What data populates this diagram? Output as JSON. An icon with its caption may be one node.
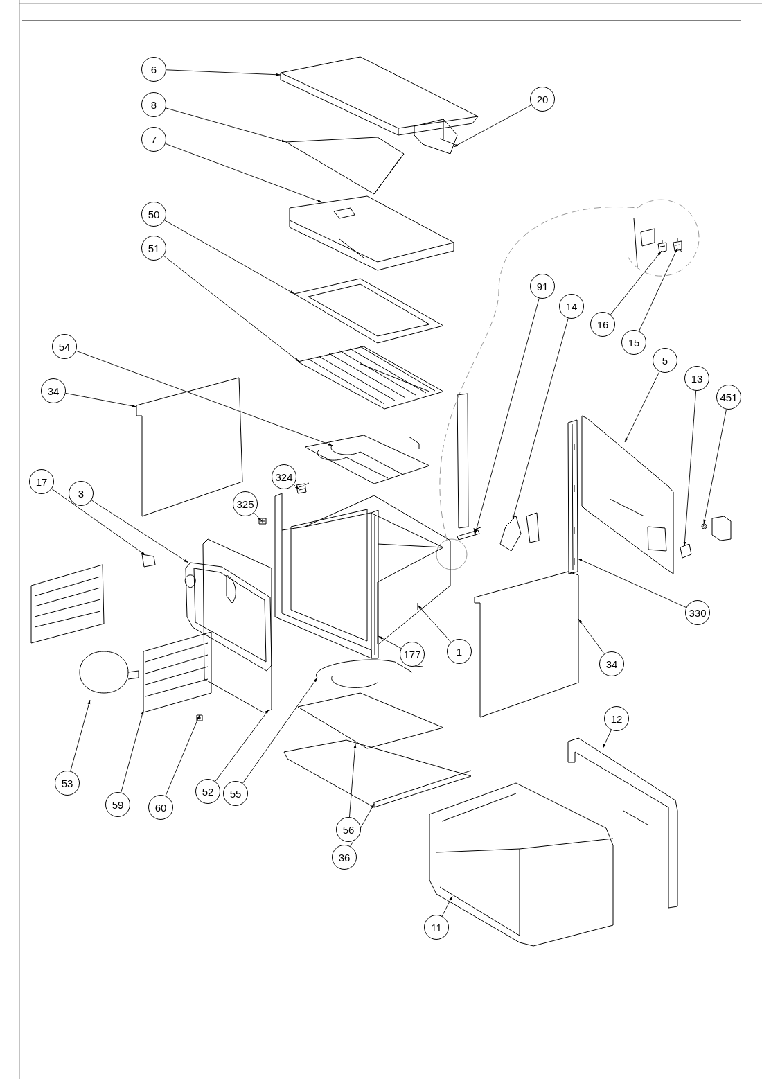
{
  "diagram": {
    "nodes": [
      {
        "text": [
          "6"
        ]
      },
      {
        "text": [
          "8"
        ]
      },
      {
        "text": [
          "7"
        ]
      },
      {
        "text": [
          "20"
        ]
      },
      {
        "text": [
          "50"
        ]
      },
      {
        "text": [
          "51"
        ]
      },
      {
        "text": [
          "54"
        ]
      },
      {
        "text": [
          "34"
        ]
      },
      {
        "text": [
          "17"
        ]
      },
      {
        "text": [
          "3"
        ]
      },
      {
        "text": [
          "324"
        ]
      },
      {
        "text": [
          "325"
        ]
      },
      {
        "text": [
          "91"
        ]
      },
      {
        "text": [
          "14"
        ]
      },
      {
        "text": [
          "16"
        ]
      },
      {
        "text": [
          "15"
        ]
      },
      {
        "text": [
          "5"
        ]
      },
      {
        "text": [
          "13"
        ]
      },
      {
        "text": [
          "451"
        ]
      },
      {
        "text": [
          "330"
        ]
      },
      {
        "text": [
          "1"
        ]
      },
      {
        "text": [
          "177"
        ]
      },
      {
        "text": [
          "34"
        ]
      },
      {
        "text": [
          "12"
        ]
      },
      {
        "text": [
          "53"
        ]
      },
      {
        "text": [
          "59"
        ]
      },
      {
        "text": [
          "60"
        ]
      },
      {
        "text": [
          "52"
        ]
      },
      {
        "text": [
          "55"
        ]
      },
      {
        "text": [
          "56"
        ]
      },
      {
        "text": [
          "36"
        ]
      },
      {
        "text": [
          "11"
        ]
      },
      {
        "text": [],
        "shape": "picture"
      },
      {
        "text": [],
        "shape": "picture"
      },
      {
        "text": [],
        "shape": "picture"
      },
      {
        "text": [],
        "shape": "picture"
      },
      {
        "text": [],
        "shape": "picture"
      },
      {
        "text": [],
        "shape": "picture"
      },
      {
        "text": [],
        "shape": "picture"
      },
      {
        "text": [],
        "shape": "picture"
      },
      {
        "text": [],
        "shape": "picture"
      },
      {
        "text": [],
        "shape": "picture"
      },
      {
        "text": [],
        "shape": "picture"
      },
      {
        "text": [],
        "shape": "picture"
      },
      {
        "text": [],
        "shape": "picture"
      },
      {
        "text": [],
        "shape": "picture"
      },
      {
        "text": [],
        "shape": "picture"
      },
      {
        "text": [],
        "shape": "picture"
      },
      {
        "text": [],
        "shape": "picture"
      },
      {
        "text": [],
        "shape": "picture"
      },
      {
        "text": [],
        "shape": "picture"
      },
      {
        "text": [],
        "shape": "picture"
      },
      {
        "text": [],
        "shape": "picture"
      },
      {
        "text": [],
        "shape": "picture",
        "in": 52
      },
      {
        "text": [],
        "shape": "picture"
      },
      {
        "text": [],
        "shape": "picture"
      },
      {
        "text": [],
        "shape": "picture"
      },
      {
        "text": [],
        "shape": "picture"
      },
      {
        "text": [],
        "shape": "picture"
      },
      {
        "text": [],
        "shape": "picture"
      },
      {
        "text": [],
        "shape": "picture"
      },
      {
        "text": [],
        "shape": "picture"
      },
      {
        "text": [],
        "shape": "picture"
      },
      {
        "text": [],
        "shape": "picture"
      }
    ],
    "edges": [
      {
        "from": 0,
        "to": 32,
        "arrow": "to"
      },
      {
        "from": 1,
        "to": 33,
        "arrow": "to"
      },
      {
        "from": 2,
        "to": 34,
        "arrow": "to"
      },
      {
        "from": 3,
        "to": 35,
        "arrow": "to"
      },
      {
        "from": 4,
        "to": 36,
        "arrow": "to"
      },
      {
        "from": 5,
        "to": 37,
        "arrow": "to"
      },
      {
        "from": 6,
        "to": 38,
        "arrow": "to"
      },
      {
        "from": 7,
        "to": 39,
        "arrow": "to"
      },
      {
        "from": 8,
        "to": 40,
        "arrow": "to"
      },
      {
        "from": 9,
        "to": 41,
        "arrow": "to"
      },
      {
        "from": 10,
        "to": 42,
        "arrow": "to"
      },
      {
        "from": 11,
        "to": 43,
        "arrow": "to"
      },
      {
        "from": 12,
        "to": 44,
        "arrow": "to"
      },
      {
        "from": 13,
        "to": 45,
        "arrow": "to"
      },
      {
        "from": 14,
        "to": 46,
        "arrow": "to"
      },
      {
        "from": 15,
        "to": 47,
        "arrow": "to"
      },
      {
        "from": 16,
        "to": 48,
        "arrow": "to"
      },
      {
        "from": 17,
        "to": 49,
        "arrow": "to"
      },
      {
        "from": 18,
        "to": 50,
        "arrow": "to"
      },
      {
        "from": 19,
        "to": 51,
        "arrow": "to"
      },
      {
        "from": 20,
        "to": 52,
        "arrow": "to"
      },
      {
        "from": 21,
        "to": 53,
        "arrow": "to"
      },
      {
        "from": 22,
        "to": 54,
        "arrow": "to"
      },
      {
        "from": 23,
        "to": 55,
        "arrow": "to"
      },
      {
        "from": 24,
        "to": 56,
        "arrow": "to"
      },
      {
        "from": 25,
        "to": 57,
        "arrow": "to"
      },
      {
        "from": 26,
        "to": 58,
        "arrow": "to"
      },
      {
        "from": 27,
        "to": 59,
        "arrow": "to"
      },
      {
        "from": 28,
        "to": 60,
        "arrow": "to"
      },
      {
        "from": 29,
        "to": 61,
        "arrow": "to"
      },
      {
        "from": 30,
        "to": 62,
        "arrow": "to"
      },
      {
        "from": 31,
        "to": 63,
        "arrow": "to"
      }
    ]
  }
}
